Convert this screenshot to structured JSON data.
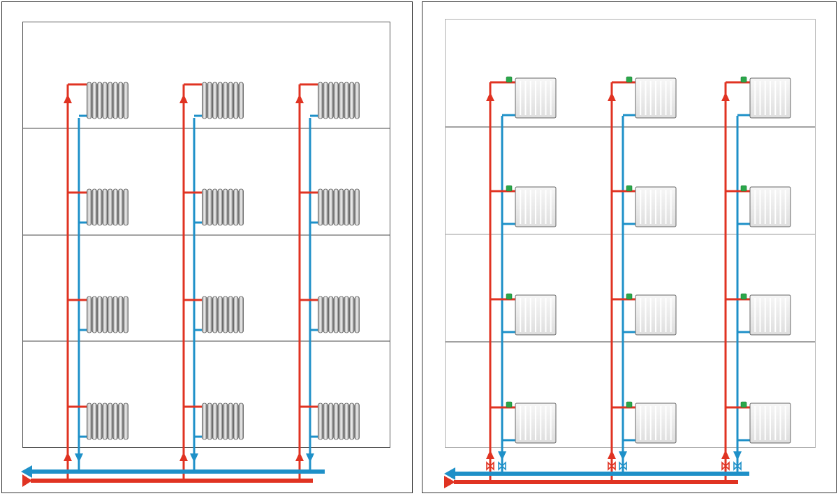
{
  "diagram": {
    "panels": [
      {
        "id": "left",
        "radiator_style": "sectional-cast-iron",
        "valves": false,
        "floors": 4,
        "risers_per_floor": 3
      },
      {
        "id": "right",
        "radiator_style": "panel",
        "valves": true,
        "floors": 4,
        "risers_per_floor": 3
      }
    ],
    "colors": {
      "supply": "#e03322",
      "return": "#1e90c8",
      "radiator_fill": "#e8e8e8",
      "valve": "#2aa84a"
    }
  }
}
